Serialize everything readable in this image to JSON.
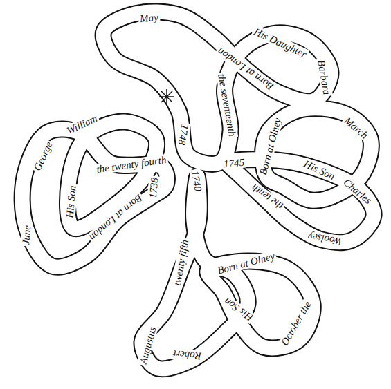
{
  "diagram": {
    "labels": [
      "May",
      "His Daughter",
      "Barbara",
      "Born at London",
      "the seventeenth",
      "1748",
      "George",
      "William",
      "His Son",
      "June",
      "Born at London",
      "the twenty fourth",
      "1738",
      "Born at Olney",
      "March",
      "His Son",
      "Charles",
      "Woolsey",
      "the tenth",
      "1745",
      "Born at Olney",
      "His Son",
      "Robert",
      "Augustus",
      "October the",
      "twenty fifth",
      "1740"
    ]
  }
}
